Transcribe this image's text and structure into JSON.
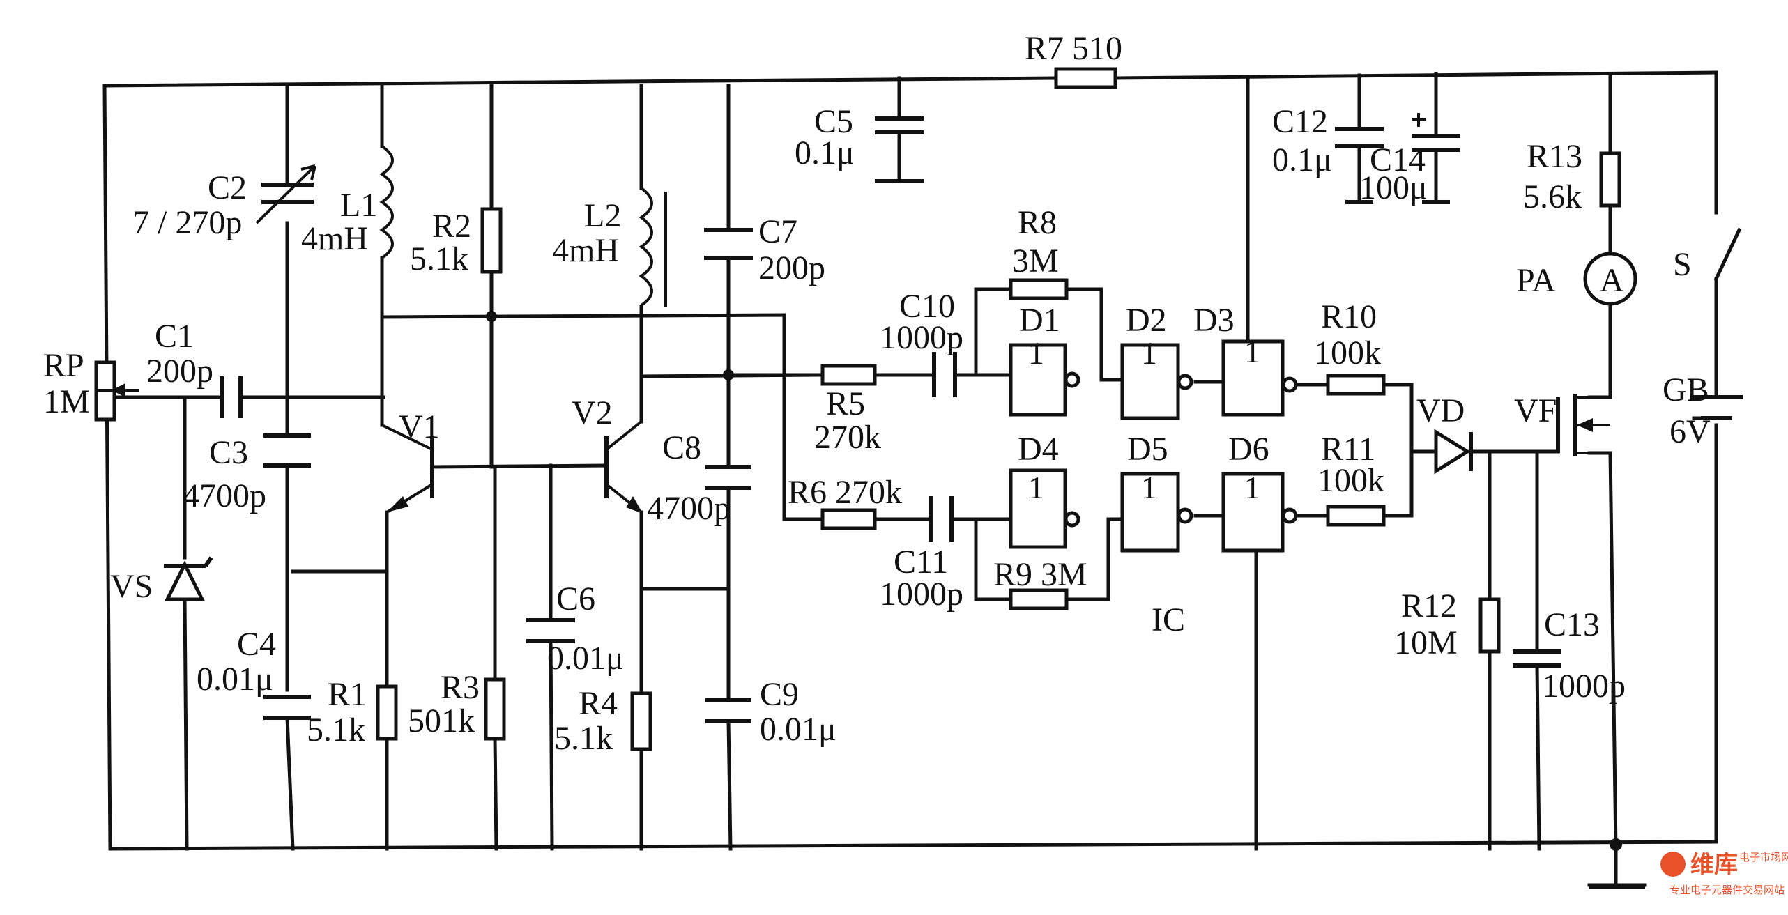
{
  "components": {
    "R7": "R7 510",
    "C5": "C5",
    "C5v": "0.1μ",
    "C12": "C12",
    "C12v": "0.1μ",
    "C14": "C14",
    "C14v": "100μ",
    "R13": "R13",
    "R13v": "5.6k",
    "PA": "PA",
    "PA_sym": "A",
    "S": "S",
    "GB": "GB",
    "GBv": "6V",
    "C2": "C2",
    "C2v": "7 / 270p",
    "L1": "L1",
    "L1v": "4mH",
    "R2": "R2",
    "R2v": "5.1k",
    "L2": "L2",
    "L2v": "4mH",
    "C7": "C7",
    "C7v": "200p",
    "R8": "R8",
    "R8v": "3M",
    "C10": "C10",
    "C10v": "1000p",
    "D1": "D1",
    "D2": "D2",
    "D3": "D3",
    "R10": "R10",
    "R10v": "100k",
    "RP": "RP",
    "RPv": "1M",
    "C1": "C1",
    "C1v": "200p",
    "V1": "V1",
    "V2": "V2",
    "R5": "R5",
    "R5v": "270k",
    "VD": "VD",
    "VF": "VF",
    "C3": "C3",
    "C3v": "4700p",
    "C8": "C8",
    "C8v": "4700p",
    "R6": "R6 270k",
    "D4": "D4",
    "D5": "D5",
    "D6": "D6",
    "R11": "R11",
    "R11v": "100k",
    "VS": "VS",
    "C11": "C11",
    "C11v": "1000p",
    "R9": "R9 3M",
    "IC": "IC",
    "C6": "C6",
    "C6v": "0.01μ",
    "R12": "R12",
    "R12v": "10M",
    "C13": "C13",
    "C13v": "1000p",
    "C4": "C4",
    "C4v": "0.01μ",
    "R1": "R1",
    "R1v": "5.1k",
    "R3": "R3",
    "R3v": "501k",
    "R4": "R4",
    "R4v": "5.1k",
    "C9": "C9",
    "C9v": "0.01μ"
  },
  "gates": {
    "symbol": "1"
  },
  "watermark": {
    "brand": "维库",
    "sub": "电子市场网",
    "small": "专业电子元器件交易网站"
  }
}
